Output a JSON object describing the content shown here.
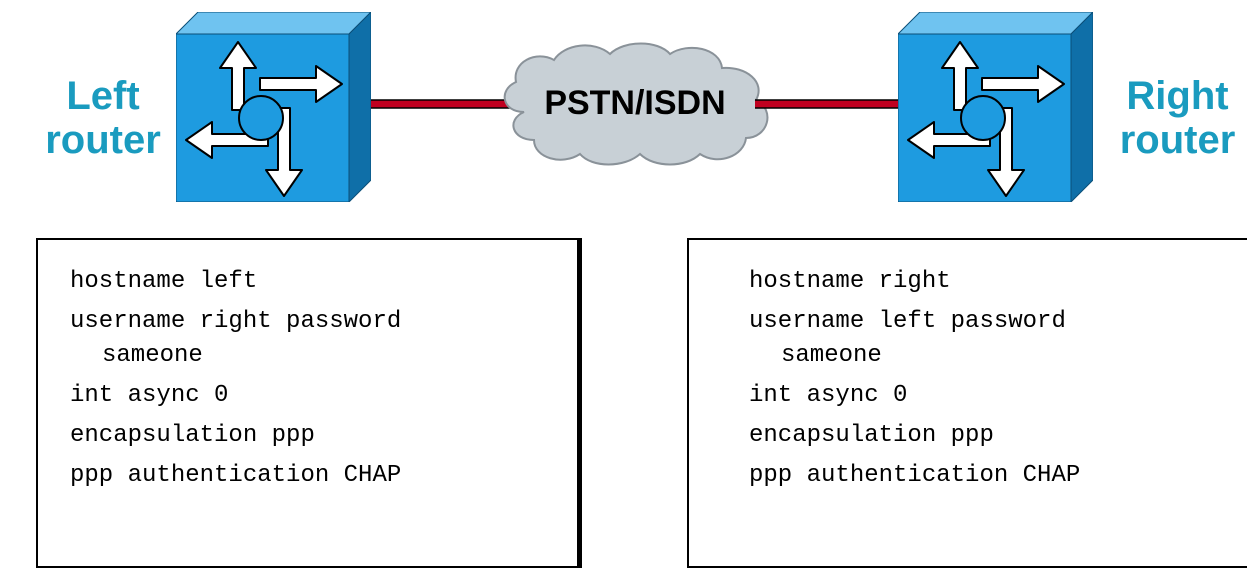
{
  "diagram": {
    "left_router": {
      "label_lines": [
        "Left",
        "router"
      ],
      "icon": "router-icon"
    },
    "right_router": {
      "label_lines": [
        "Right",
        "router"
      ],
      "icon": "router-icon"
    },
    "network_cloud": {
      "label": "PSTN/ISDN",
      "icon": "cloud-icon"
    },
    "left_config": {
      "lines": [
        "hostname left",
        "username right password",
        "sameone",
        "int async 0",
        "encapsulation ppp",
        "ppp authentication CHAP"
      ]
    },
    "right_config": {
      "lines": [
        "hostname right",
        "username left password",
        "sameone",
        "int async 0",
        "encapsulation ppp",
        "ppp authentication CHAP"
      ]
    },
    "colors": {
      "label_text": "#1a9bbf",
      "router_front": "#1e9be0",
      "router_top": "#6fc3f0",
      "router_side": "#0f6fa8",
      "link": "#c00020",
      "cloud": "#c8d0d6"
    }
  }
}
